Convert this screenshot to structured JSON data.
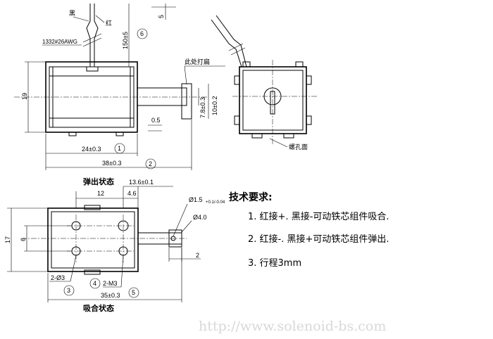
{
  "top_view": {
    "wire_black": "黑",
    "wire_red": "红",
    "wire_spec": "1332#26AWG",
    "dim_150": "150±5",
    "circle_6": "6",
    "dim_5": "5",
    "label_snap_ring": "此处打扁",
    "dim_19": "19",
    "dim_7_8": "7.8±0.3",
    "dim_10": "10±0.2",
    "dim_0_5": "0.5",
    "dim_24": "24±0.3",
    "circle_1": "1",
    "dim_38": "38±0.3",
    "circle_2": "2"
  },
  "side_view": {
    "label_mount": "螺孔面"
  },
  "bottom_view": {
    "title_out": "弹出状态",
    "title_in": "吸合状态",
    "dim_12": "12",
    "dim_4_6": "4.6",
    "dim_13_6": "13.6±0.1",
    "dim_phi1_5": "Ø1.5",
    "dim_phi1_5_tol": "+0.1/-0.04",
    "dim_phi4": "Ø4.0",
    "dim_17": "17",
    "dim_6": "6",
    "dim_2": "2",
    "hole_label_1": "2-Ø3",
    "circle_3": "3",
    "circle_4": "4",
    "hole_label_2": "2-M3",
    "dim_35": "35±0.3",
    "circle_5": "5"
  },
  "requirements": {
    "title": "技术要求:",
    "items": [
      "1. 红接+. 黑接-可动铁芯组件吸合.",
      "2. 红接-. 黑接+可动铁芯组件弹出.",
      "3. 行程3mm"
    ]
  },
  "watermark": "http://www.solenoid-bs.com"
}
